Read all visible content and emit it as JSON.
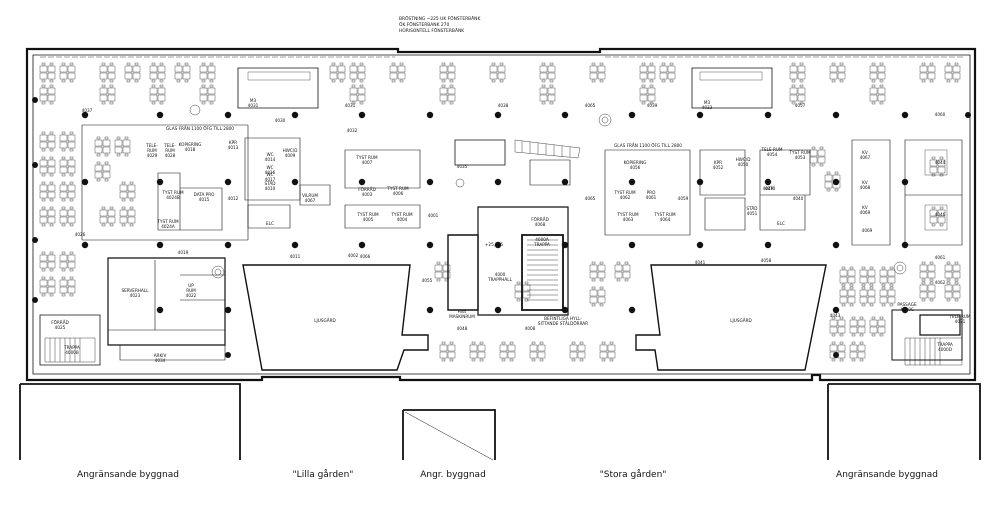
{
  "header_note": [
    "BRÖSTNING ~225 UK FÖNSTERBÄNK",
    "ÖK FÖNSTERBANK 270",
    "HORISONTELL FÖNSTERBÄNK"
  ],
  "rooms": {
    "r4037": "4037",
    "r4031": "4031",
    "r4030": "4030",
    "r4032": "4032",
    "r4038": "4038",
    "r4039": "4039",
    "r4057": "4057",
    "r4043": "4043",
    "r4060": "4060",
    "r4026": "4026",
    "r4019": "4019",
    "r4035": "4035",
    "r4001": "4001",
    "r4012": "4012",
    "r4048": "4048",
    "r4055": "4055",
    "r4041": "4041",
    "r4040": "4040",
    "r4046": "4046",
    "r4059": "4059",
    "r4058": "4058",
    "r4049": "4049",
    "r4044": "4044",
    "r4002": "4002",
    "r4011": "4011",
    "r4008": "4008",
    "r4066": "4066",
    "r4065": "4065",
    "kopiering_1": "KOPIERING\n4018",
    "kopiering_2": "KOPIERING\n4056",
    "tele_1": "TELE-\nRUM\n4029",
    "tele_2": "TELE-\nRUM\n4028",
    "tele_3": "TELE RUM\n4054",
    "tyst_1": "TYST RUM\n4024B",
    "tyst_2": "TYST RUM\n4024A",
    "tyst_3": "TYST RUM\n4007",
    "tyst_4": "TYST RUM\n4006",
    "tyst_5": "TYST RUM\n4005",
    "tyst_6": "TYST RUM\n4004",
    "tyst_7": "TYST RUM\n4062",
    "tyst_8": "TYST RUM\n4063",
    "tyst_9": "TYST RUM\n4053",
    "tyst_10": "TYST RUM\n4064",
    "data_pro": "DATA PRO\n4015",
    "pro_1": "PRO\n4061",
    "kpr_1": "KPR\n4013",
    "kpr_2": "KPR\n4052",
    "wc_1": "WC\n4014",
    "wc_2": "WC\n4016",
    "wc_3": "WC\n4017",
    "hwc": "HWC/D\n4009",
    "hwc_2": "HWC/D\n4050",
    "stad_1": "STÄD\n4010",
    "stad_2": "STÄD\n4051",
    "elc_1": "ELC",
    "elc_2": "ELC",
    "vilrum": "VILRUM\n4067",
    "forrad_1": "FÖRRÅD\n4003",
    "forrad_2": "FÖRRÅD\n4068",
    "forrad_3": "FÖRRÅD\n4025",
    "m3_1": "M3\n4031",
    "m3_2": "M3\n4033",
    "serverhall": "SERVERHALL\n4023",
    "ups_rum": "UP\nRUM\n4022",
    "arkiv": "ARKIV\n4034",
    "ljusgard_1": "LJUSGÅRD",
    "ljusgard_2": "LJUSGÅRD",
    "trapphall": "4000\nTRAPPHALL",
    "trappa_1": "4000A\nTRAPPA",
    "trappa_2": "TRAPPA\n4000B",
    "trappa_3": "TRAPPA\n4000D",
    "hiss": "Hiss\nMASKINRUM",
    "level": "+25,725",
    "sittande": "BEFINTLIGA HYLL-\nSITTANDE STÅLDÖRRAR",
    "passage": "PASSAGE\n4000C",
    "tele_rum_r": "TELE RUM\n4071",
    "konf_1": "KV\n4067",
    "konf_2": "KV\n4068",
    "konf_3": "KV\n4069",
    "r4065b": "4065",
    "r4069": "4069",
    "r4061b": "4061",
    "r4062b": "4062",
    "glas_1": "GLAS FRÅN 1100 ÖFG TILL 2800",
    "glas_2": "GLAS FRÅN 1100 ÖFG TILL 2800",
    "r4070": "4070"
  },
  "bottom_labels": {
    "left": "Angränsande byggnad",
    "lilla": "\"Lilla gården\"",
    "angr": "Angr. byggnad",
    "stora": "\"Stora gården\"",
    "right": "Angränsande byggnad"
  }
}
